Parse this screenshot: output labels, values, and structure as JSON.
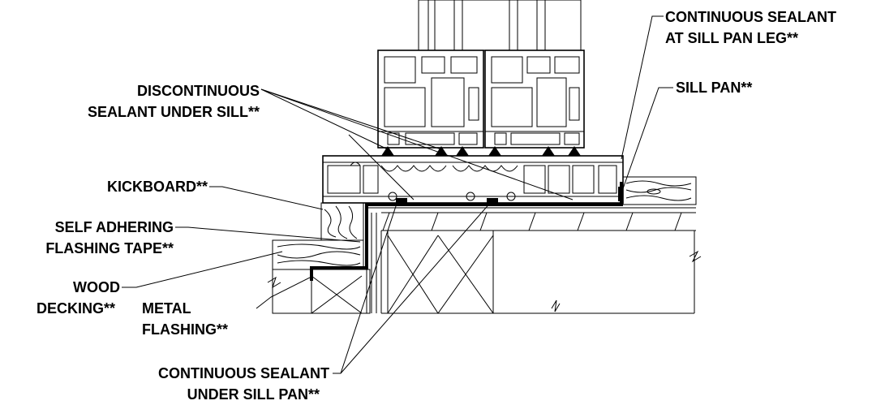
{
  "colors": {
    "ink": "#000000",
    "paper": "#ffffff"
  },
  "labels": {
    "continuous_sealant_leg": [
      "CONTINUOUS SEALANT",
      "AT SILL PAN LEG**"
    ],
    "discontinuous_sealant": [
      "DISCONTINUOUS",
      "SEALANT UNDER SILL**"
    ],
    "sill_pan": [
      "SILL PAN**"
    ],
    "kickboard": [
      "KICKBOARD**"
    ],
    "flashing_tape": [
      "SELF ADHERING",
      "FLASHING TAPE**"
    ],
    "wood_decking": [
      "WOOD",
      "DECKING**"
    ],
    "metal_flashing": [
      "METAL",
      "FLASHING**"
    ],
    "continuous_sealant_pan": [
      "CONTINUOUS SEALANT",
      "UNDER SILL PAN**"
    ]
  }
}
